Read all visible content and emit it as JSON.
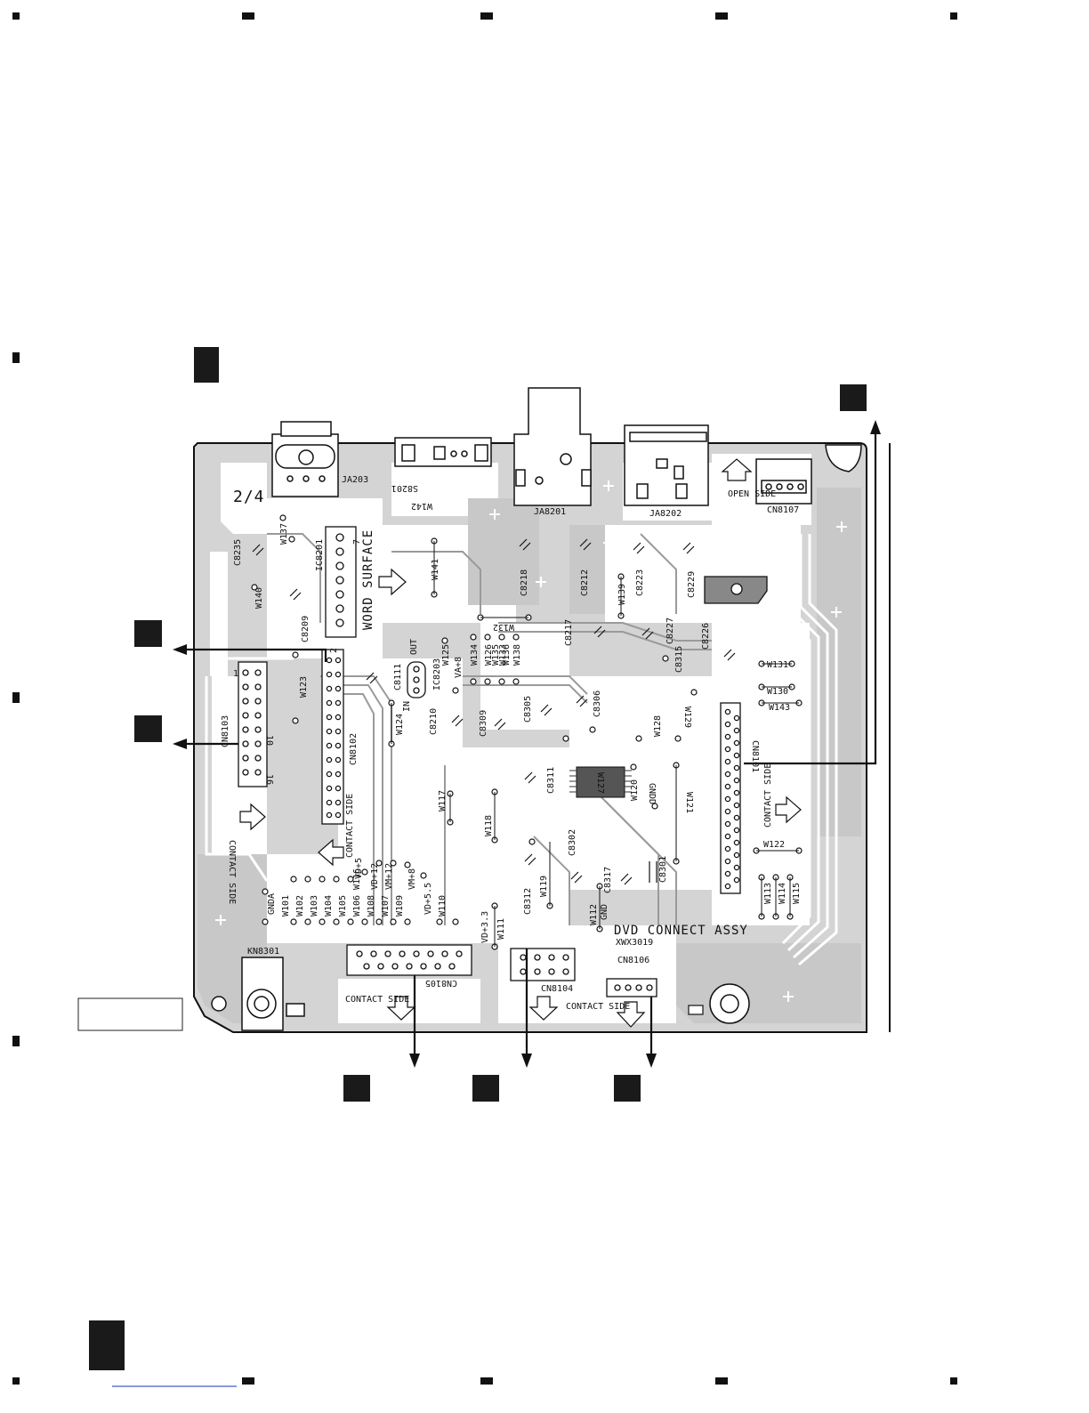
{
  "board": {
    "sheet_label": "2/4",
    "assembly_name": "DVD CONNECT ASSY",
    "assembly_code": "XWX3019",
    "word_surface": "WORD SURFACE",
    "open_side": "OPEN SIDE",
    "contact_side": "CONTACT SIDE",
    "jacks": [
      "JA203",
      "JA8201",
      "JA8202"
    ],
    "switch": "S8201",
    "ics": [
      "IC8201",
      "IC8203"
    ],
    "connectors": [
      "CN8101",
      "CN8102",
      "CN8103",
      "CN8104",
      "CN8105",
      "CN8106",
      "CN8107"
    ],
    "knob": "KN8301",
    "capacitors": [
      "C8235",
      "C8209",
      "C8218",
      "C8212",
      "C8217",
      "C8223",
      "C8229",
      "C8227",
      "C8226",
      "C8315",
      "C8111",
      "C8210",
      "C8309",
      "C8305",
      "C8306",
      "C8311",
      "C8302",
      "C8317",
      "C8301",
      "C8312"
    ],
    "jumpers": [
      "W101",
      "W102",
      "W103",
      "W104",
      "W105",
      "W106",
      "W107",
      "W108",
      "W109",
      "W110",
      "W111",
      "W112",
      "W113",
      "W114",
      "W115",
      "W116",
      "W117",
      "W118",
      "W119",
      "W120",
      "W121",
      "W122",
      "W123",
      "W124",
      "W125",
      "W126",
      "W127",
      "W128",
      "W129",
      "W130",
      "W131",
      "W132",
      "W133",
      "W134",
      "W135",
      "W136",
      "W137",
      "W138",
      "W139",
      "W140",
      "W141",
      "W142",
      "W143"
    ],
    "supply_labels": [
      "VD+5",
      "VD+12",
      "VM+12",
      "VM+8",
      "VD+3.3",
      "VD+5.5",
      "VA+8",
      "GND",
      "GNDA",
      "GNDD"
    ],
    "io_labels": [
      "IN",
      "OUT"
    ],
    "pin_numbers": [
      "1",
      "2",
      "7",
      "10",
      "16"
    ]
  }
}
